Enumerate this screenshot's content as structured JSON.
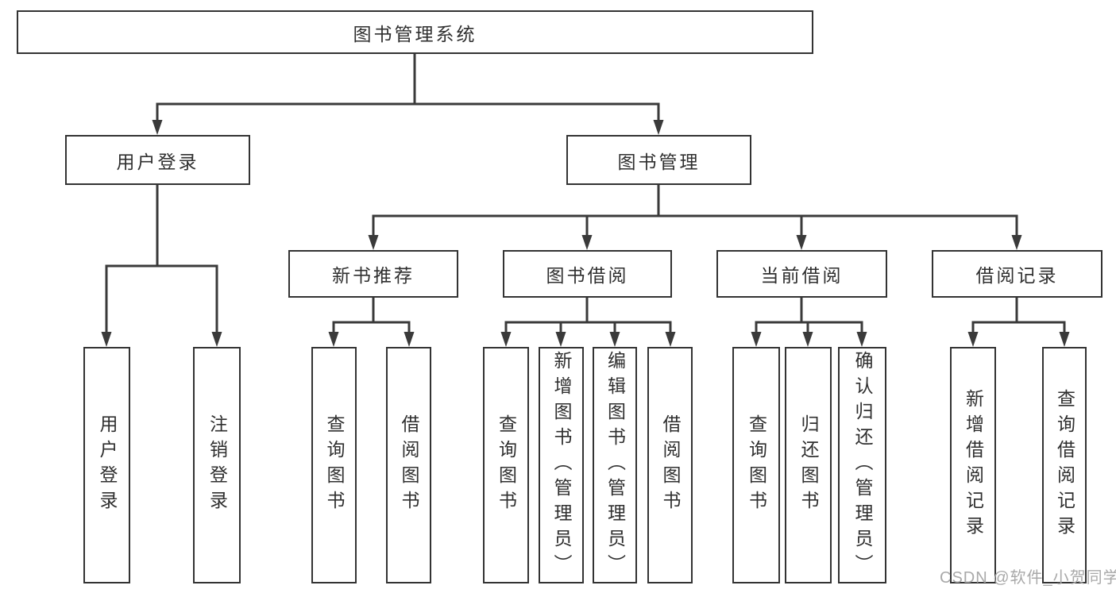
{
  "nodes": {
    "root": "图书管理系统",
    "user_login": "用户登录",
    "book_mgmt": "图书管理",
    "new_book": "新书推荐",
    "book_borrow": "图书借阅",
    "current_borrow": "当前借阅",
    "borrow_record": "借阅记录",
    "leaf_user_login": "用户登录",
    "leaf_logout": "注销登录",
    "leaf_newbook_query": "查询图书",
    "leaf_newbook_borrow": "借阅图书",
    "leaf_borrow_query": "查询图书",
    "leaf_borrow_add": "新增图书（管理员）",
    "leaf_borrow_edit": "编辑图书（管理员）",
    "leaf_borrow_borrow": "借阅图书",
    "leaf_current_query": "查询图书",
    "leaf_current_return": "归还图书",
    "leaf_current_confirm": "确认归还（管理员）",
    "leaf_record_add": "新增借阅记录",
    "leaf_record_query": "查询借阅记录"
  },
  "watermark": "CSDN @软件_小贺同学",
  "colors": {
    "line": "#3a3a3a",
    "border": "#333333",
    "text": "#2f2f2f",
    "watermark_text": "#a9a9a9",
    "background": "#ffffff"
  }
}
